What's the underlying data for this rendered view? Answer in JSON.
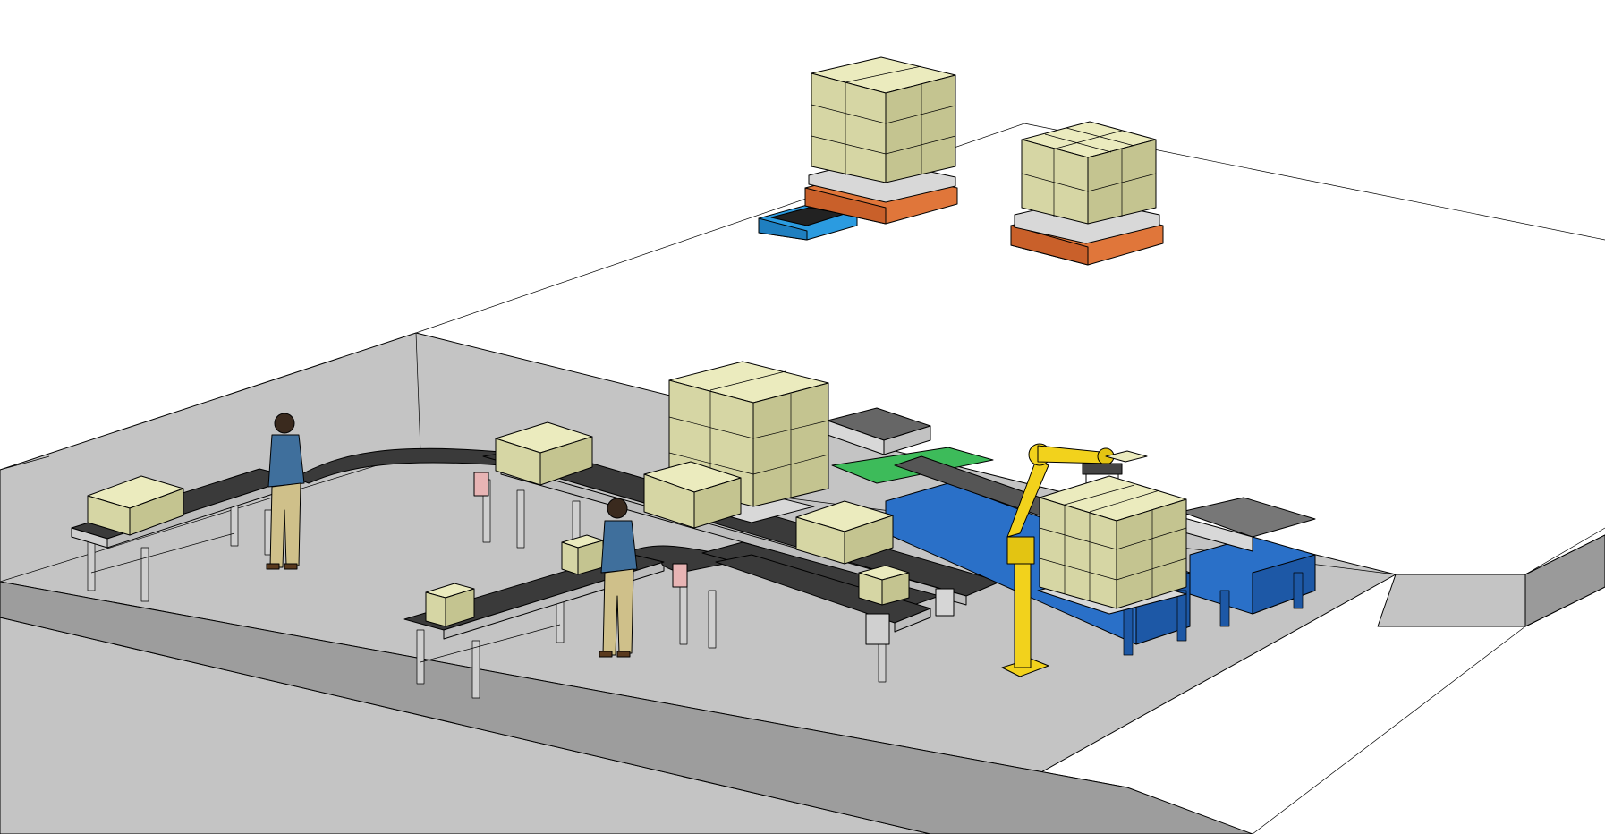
{
  "scene": {
    "type": "isometric-cad-render",
    "labels": [],
    "colors": {
      "background": "#ffffff",
      "floor_slab_top": "#c4c4c4",
      "floor_slab_side": "#9a9a9a",
      "floor_slab_front": "#a8a8a8",
      "carton_top": "#ebebbe",
      "carton_left": "#d6d6a4",
      "carton_right": "#c4c490",
      "belt": "#3a3a3a",
      "conveyor_frame": "#cfcfcf",
      "roller_conveyor_blue": "#2a70c8",
      "green_guide": "#3dbb5a",
      "robot_yellow": "#f2d21c",
      "pallet_orange": "#e0763a",
      "agv_blue": "#2b9be0",
      "pallet_grey": "#d8d8d8",
      "worker_jacket": "#3f6f9c",
      "worker_trousers": "#cfc08a"
    },
    "objects": [
      {
        "name": "floor-slab",
        "count": 1
      },
      {
        "name": "belt-conveyor",
        "count": 4
      },
      {
        "name": "roller-conveyor",
        "count": 3
      },
      {
        "name": "palletizing-robot-arm",
        "count": 1
      },
      {
        "name": "worker",
        "count": 2
      },
      {
        "name": "carton",
        "count": 8
      },
      {
        "name": "loaded-pallet",
        "count": 4
      },
      {
        "name": "agv",
        "count": 1
      },
      {
        "name": "control-box",
        "count": 3
      }
    ]
  }
}
